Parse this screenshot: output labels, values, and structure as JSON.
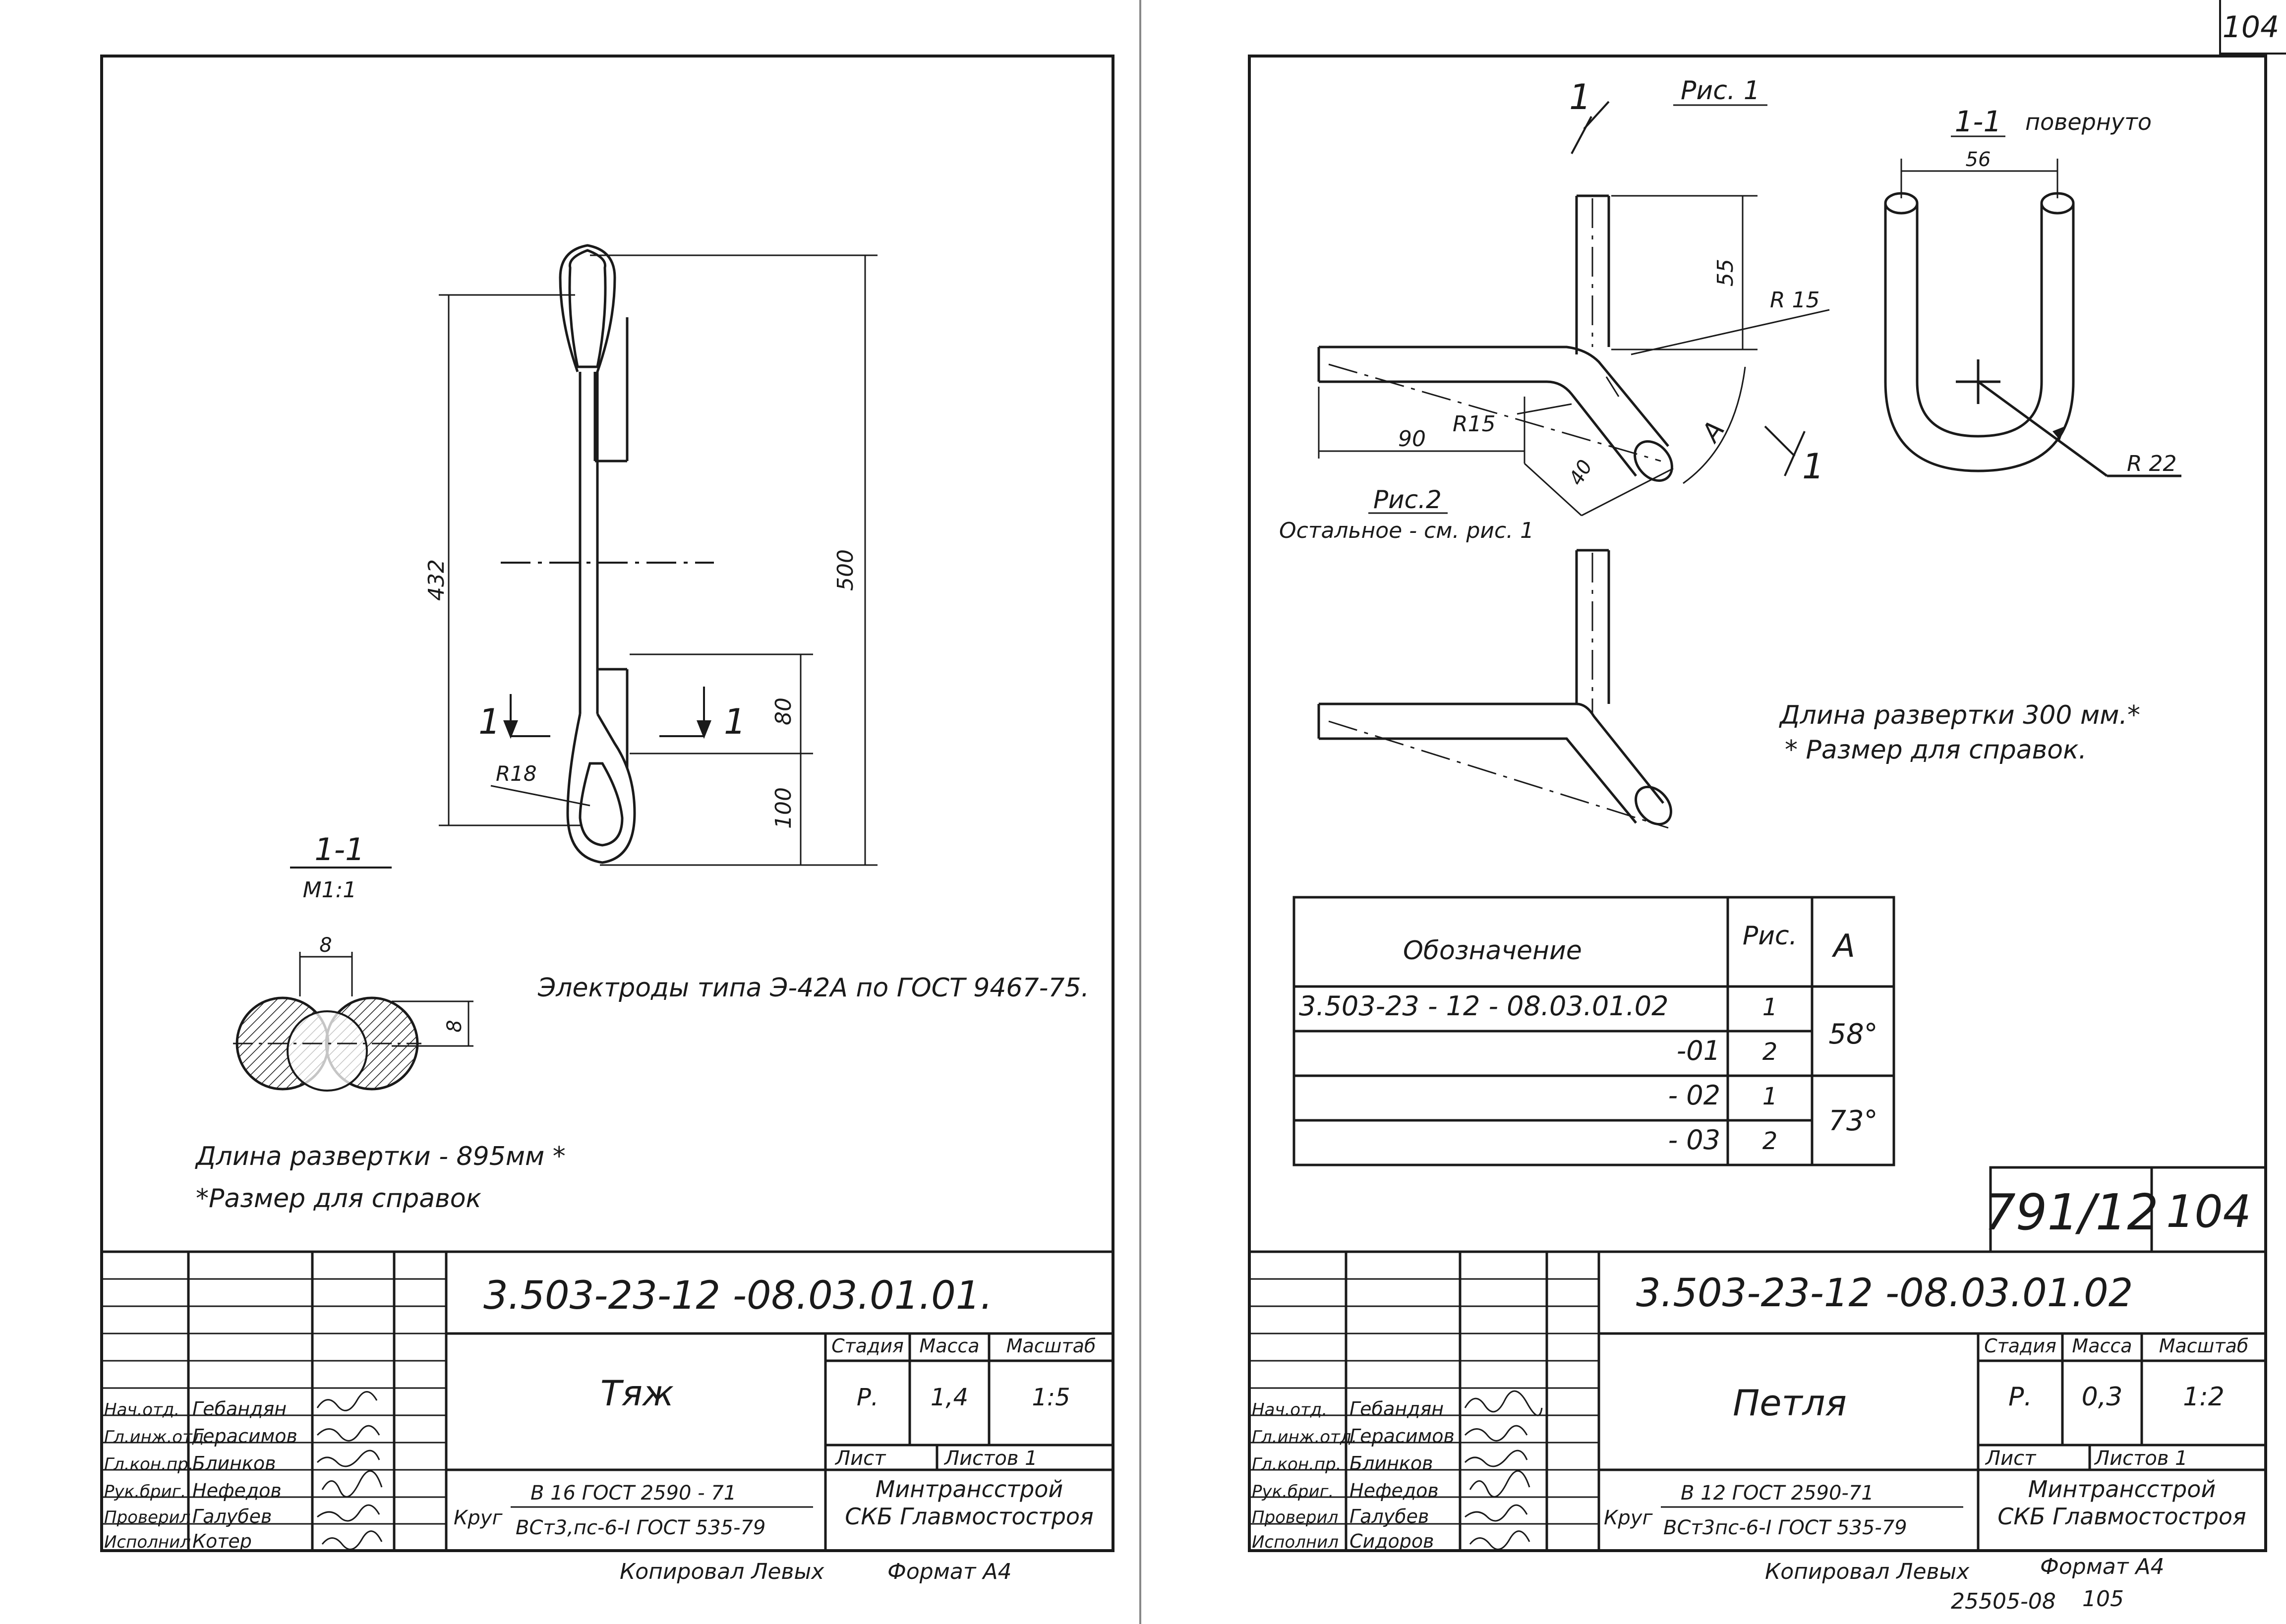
{
  "page_number": "104",
  "left_sheet": {
    "view_dims": {
      "d432": "432",
      "d500": "500",
      "d80": "80",
      "d100": "100",
      "r18": "R18",
      "sec_mark": "1"
    },
    "section": {
      "title": "1-1",
      "scale": "M1:1",
      "d8a": "8",
      "d8b": "8"
    },
    "note_electrodes": "Электроды типа Э-42А по ГОСТ 9467-75.",
    "note_length": "Длина развертки - 895мм *",
    "note_ref": "*Размер для справок",
    "designation": "3.503-23-12 -08.03.01.01.",
    "name": "Тяж",
    "stage_h": "Стадия",
    "mass_h": "Масса",
    "scale_h": "Масштаб",
    "stage": "Р.",
    "mass": "1,4",
    "scale": "1:5",
    "sheet_h": "Лист",
    "sheets_h": "Листов 1",
    "org1": "Минтрансстрой",
    "org2": "СКБ Главмостостроя",
    "material_label": "Круг",
    "material_top": "В 16 ГОСТ 2590 - 71",
    "material_bottom": "ВСт3,пс-6-I ГОСТ 535-79",
    "signers": [
      {
        "role": "Нач.отд.",
        "name": "Гебандян"
      },
      {
        "role": "Гл.инж.отд.",
        "name": "Герасимов"
      },
      {
        "role": "Гл.кон.пр.",
        "name": "Блинков"
      },
      {
        "role": "Рук.бриг.",
        "name": "Нефедов"
      },
      {
        "role": "Проверил",
        "name": "Галубев"
      },
      {
        "role": "Исполнил",
        "name": "Котер"
      }
    ],
    "copied": "Копировал Левых",
    "format": "Формат А4"
  },
  "right_sheet": {
    "fig1": "Рис. 1",
    "fig2": "Рис.2",
    "fig2_note": "Остальное - см. рис. 1",
    "sec_mark": "1",
    "rotated_title": "1-1",
    "rotated_word": "повернуто",
    "dims": {
      "d56": "56",
      "d55": "55",
      "r15a": "R 15",
      "r15b": "R15",
      "d90": "90",
      "d40": "40",
      "angle": "A",
      "r22": "R 22"
    },
    "note_length": "Длина развертки 300 мм.*",
    "note_ref": "* Размер для справок.",
    "table": {
      "headers": [
        "Обозначение",
        "Рис.",
        "А"
      ],
      "rows": [
        {
          "code": "3.503-23 - 12 - 08.03.01.02",
          "fig": "1"
        },
        {
          "code": "-01",
          "fig": "2"
        },
        {
          "code": "- 02",
          "fig": "1"
        },
        {
          "code": "- 03",
          "fig": "2"
        }
      ],
      "angles": [
        "58°",
        "73°"
      ]
    },
    "album": "791/12",
    "album_page": "104",
    "designation": "3.503-23-12 -08.03.01.02",
    "name": "Петля",
    "stage_h": "Стадия",
    "mass_h": "Масса",
    "scale_h": "Масштаб",
    "stage": "Р.",
    "mass": "0,3",
    "scale": "1:2",
    "sheet_h": "Лист",
    "sheets_h": "Листов 1",
    "org1": "Минтрансстрой",
    "org2": "СКБ Главмостостроя",
    "material_label": "Круг",
    "material_top": "В 12 ГОСТ 2590-71",
    "material_bottom": "ВСт3пс-6-I ГОСТ 535-79",
    "signers": [
      {
        "role": "Нач.отд.",
        "name": "Гебандян"
      },
      {
        "role": "Гл.инж.отд.",
        "name": "Герасимов"
      },
      {
        "role": "Гл.кон.пр.",
        "name": "Блинков"
      },
      {
        "role": "Рук.бриг.",
        "name": "Нефедов"
      },
      {
        "role": "Проверил",
        "name": "Галубев"
      },
      {
        "role": "Исполнил",
        "name": "Сидоров"
      }
    ],
    "copied": "Копировал Левых",
    "format": "Формат А4",
    "archive_no": "25505-08",
    "archive_page": "105"
  }
}
